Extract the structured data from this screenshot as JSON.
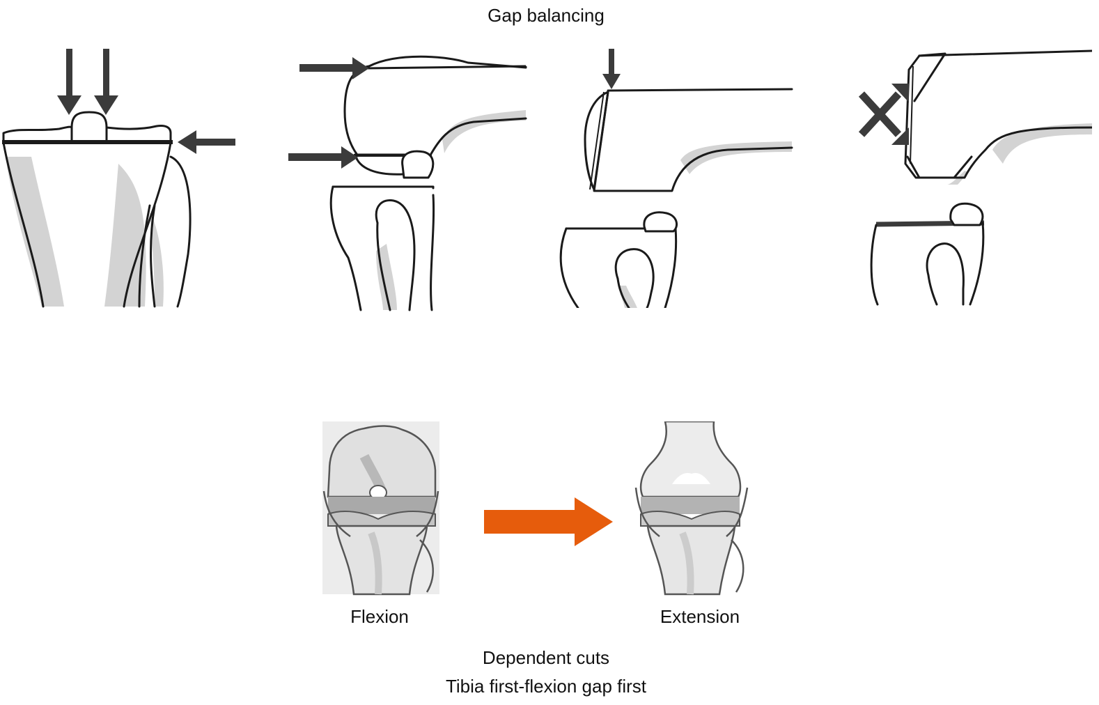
{
  "title": "Gap balancing",
  "bottom": {
    "left_label": "Flexion",
    "right_label": "Extension",
    "caption_line1": "Dependent cuts",
    "caption_line2": "Tibia first-flexion gap first"
  },
  "colors": {
    "transition_arrow": "#e65c0c",
    "line": "#1a1a1a",
    "bone_shadow": "#d3d3d3",
    "arrow_dark": "#3b3b3b"
  },
  "icons": [
    "down-arrow-icon",
    "left-arrow-icon",
    "right-arrow-icon",
    "cross-arrows-icon",
    "orange-right-arrow-icon"
  ]
}
